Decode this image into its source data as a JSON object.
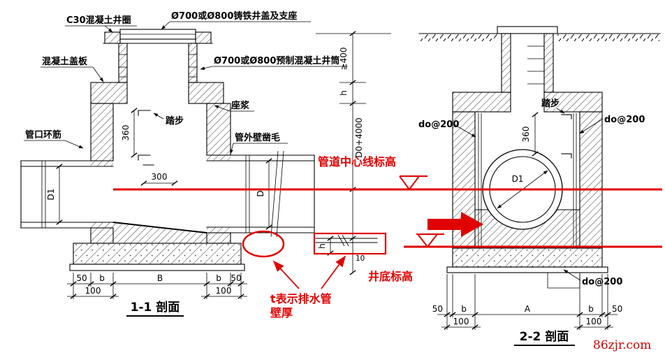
{
  "watermark": "86zjr.com",
  "colors": {
    "ink": "#000000",
    "red": "#e10000"
  },
  "section1": {
    "title": "1-1 剖面",
    "labels": {
      "c30_ring": "C30混凝土井圈",
      "iron_cover": "Ø700或Ø800铸铁井盖及支座",
      "concrete_slab": "混凝土盖板",
      "precast_barrel": "Ø700或Ø800预制混凝土井筒",
      "seat_mortar": "座浆",
      "steps": "踏步",
      "pipe_ring_rebar": "管口环筋",
      "pipe_wall_rough": "管外壁凿毛"
    },
    "dims": {
      "step_spacing": "360",
      "step_width": "300",
      "pipe_left_dia": "D1",
      "pipe_right_dia": "D",
      "edge_left": "50",
      "wall_left": "b",
      "inner_width": "B",
      "wall_right": "b",
      "edge_right": "50",
      "base_left": "100",
      "base_right": "100"
    }
  },
  "middle": {
    "dims": {
      "cover_min": "≥400",
      "slab_h": "h",
      "depth": "D0+4000",
      "detail_h": "h",
      "detail_t": "10"
    }
  },
  "annotations": {
    "pipe_centerline": "管道中心线标高",
    "well_bottom": "井底标高",
    "t_note_line1": "t表示排水管",
    "t_note_line2": "壁厚"
  },
  "section2": {
    "title": "2-2 剖面",
    "labels": {
      "steps": "踏步",
      "rebar_left": "do@200",
      "rebar_right": "do@200",
      "rebar_bottom": "do@200"
    },
    "dims": {
      "step_spacing": "360",
      "pipe_dia": "D1",
      "edge_left": "50",
      "wall_left": "b",
      "inner_width": "A",
      "wall_right": "b",
      "edge_right": "50",
      "base_left": "100",
      "base_right": "100"
    }
  }
}
